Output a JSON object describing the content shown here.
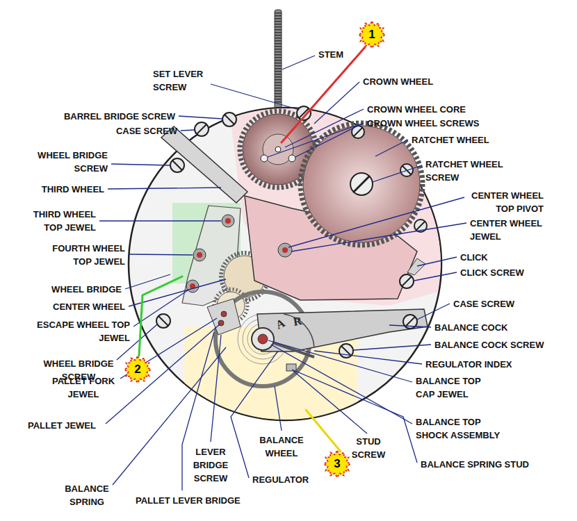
{
  "diagram": {
    "nodes": [
      {
        "text": [
          "1"
        ]
      },
      {
        "text": [
          "2"
        ]
      },
      {
        "text": [
          "3"
        ]
      }
    ],
    "labels": [
      "STEM",
      "SET LEVER SCREW",
      "CROWN WHEEL",
      "BARREL BRIDGE SCREW",
      "CROWN WHEEL CORE",
      "CROWN WHEEL SCREWS",
      "CASE SCREW",
      "RATCHET WHEEL",
      "WHEEL BRIDGE SCREW",
      "RATCHET WHEEL SCREW",
      "THIRD WHEEL",
      "CENTER WHEEL TOP PIVOT",
      "THIRD WHEEL TOP JEWEL",
      "CENTER WHEEL JEWEL",
      "FOURTH WHEEL TOP JEWEL",
      "CLICK",
      "CLICK SCREW",
      "WHEEL BRIDGE",
      "CASE SCREW",
      "CENTER WHEEL",
      "ESCAPE WHEEL TOP JEWEL",
      "BALANCE COCK",
      "A",
      "R",
      "BALANCE COCK SCREW",
      "WHEEL BRIDGE SCREW",
      "REGULATOR INDEX",
      "PALLET FORK JEWEL",
      "BALANCE TOP CAP JEWEL",
      "BALANCE TOP SHOCK ASSEMBLY",
      "PALLET JEWEL",
      "BALANCE WHEEL",
      "STUD SCREW",
      "LEVER BRIDGE SCREW",
      "BALANCE SPRING STUD",
      "REGULATOR",
      "BALANCE SPRING",
      "PALLET LEVER BRIDGE"
    ]
  }
}
